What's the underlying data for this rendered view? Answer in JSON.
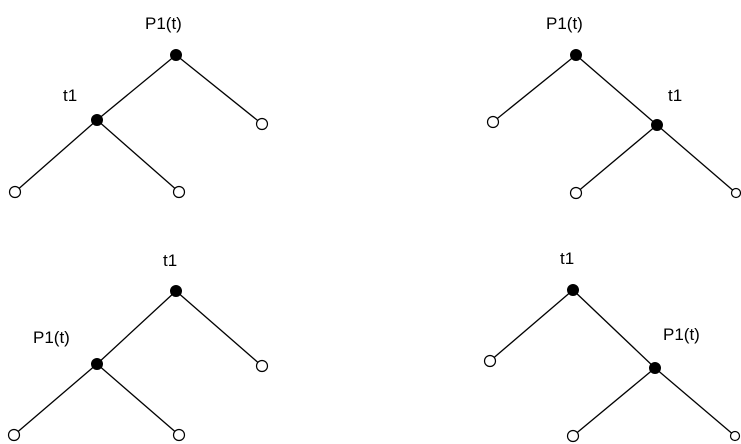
{
  "trees": [
    {
      "name": "tree-top-left",
      "root_label": "P1(t)",
      "child_label": "t1",
      "child_side": "left"
    },
    {
      "name": "tree-top-right",
      "root_label": "P1(t)",
      "child_label": "t1",
      "child_side": "right"
    },
    {
      "name": "tree-bottom-left",
      "root_label": "t1",
      "child_label": "P1(t)",
      "child_side": "left"
    },
    {
      "name": "tree-bottom-right",
      "root_label": "t1",
      "child_label": "P1(t)",
      "child_side": "right"
    }
  ]
}
